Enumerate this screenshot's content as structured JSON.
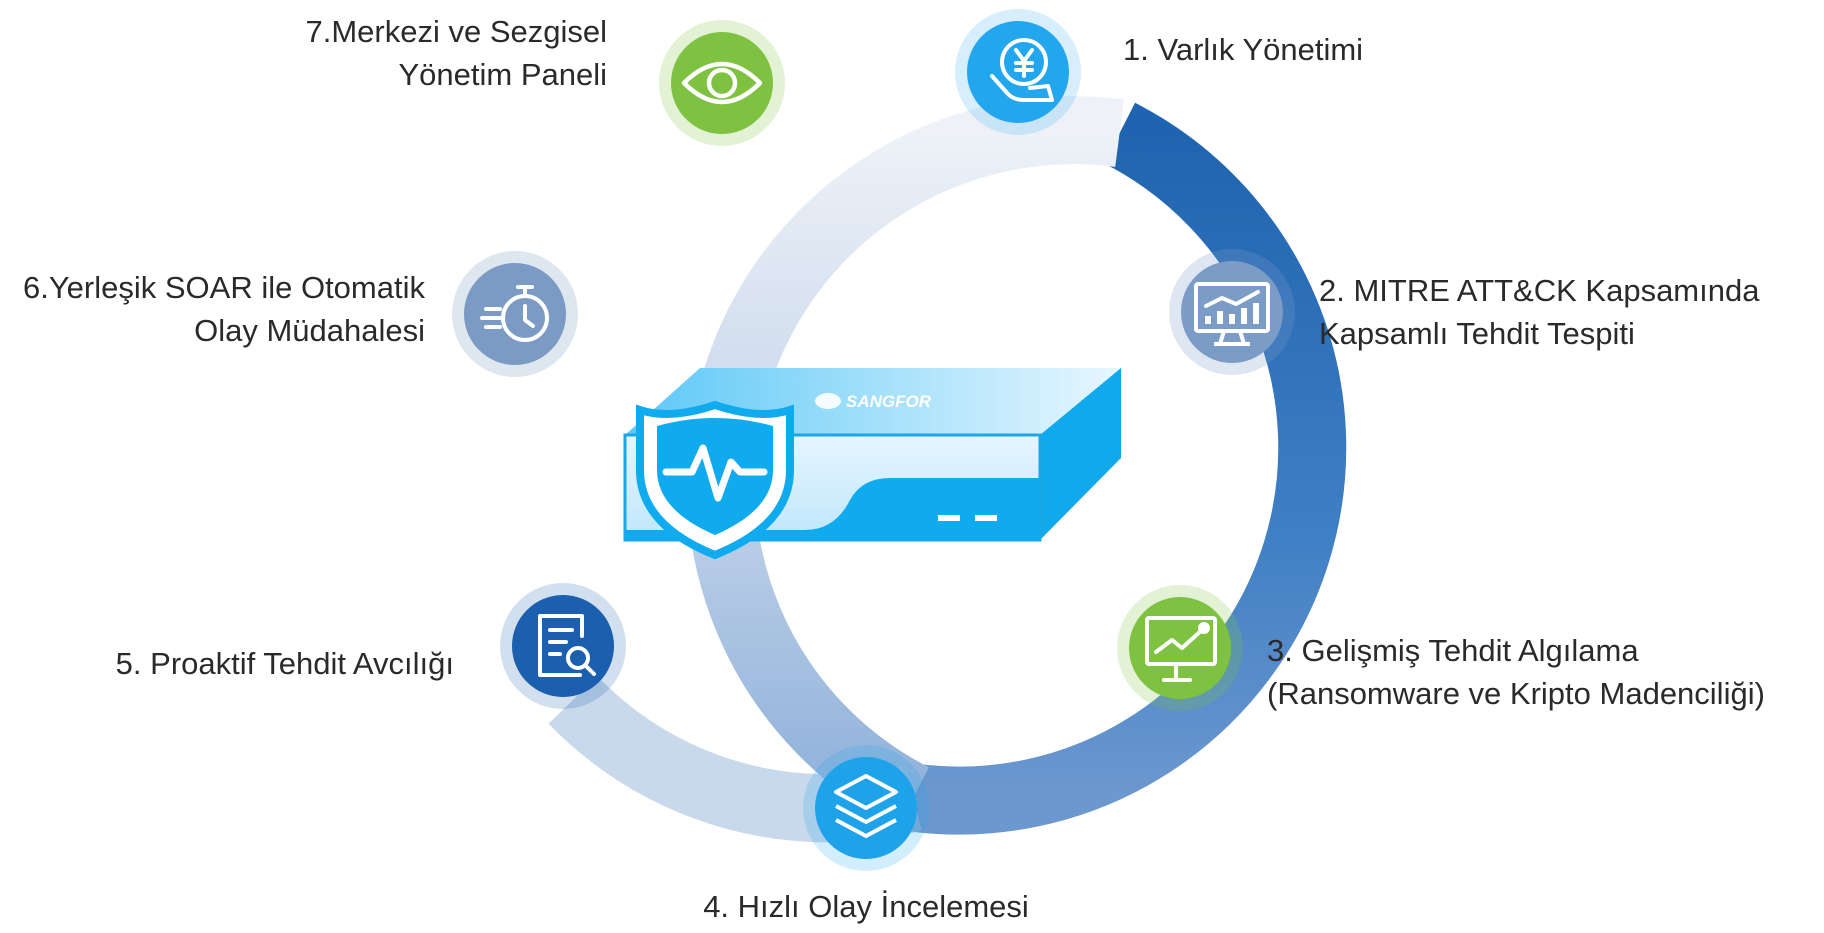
{
  "brand": "SANGFOR",
  "center_icon": "shield-heartbeat-icon",
  "steps": [
    {
      "id": "s1",
      "lines": [
        "1. Varlık Yönetimi"
      ],
      "icon": "hand-yen-coin-icon",
      "color": "#22a7ee"
    },
    {
      "id": "s2",
      "lines": [
        "2. MITRE ATT&CK Kapsamında",
        "Kapsamlı Tehdit Tespiti"
      ],
      "icon": "monitor-bar-chart-icon",
      "color": "#7a9cc6"
    },
    {
      "id": "s3",
      "lines": [
        "3. Gelişmiş Tehdit Algılama",
        "(Ransomware ve Kripto Madenciliği)"
      ],
      "icon": "monitor-line-chart-icon",
      "color": "#7fc241"
    },
    {
      "id": "s4",
      "lines": [
        "4. Hızlı Olay İncelemesi"
      ],
      "icon": "layers-icon",
      "color": "#1ea3ea"
    },
    {
      "id": "s5",
      "lines": [
        "5. Proaktif Tehdit Avcılığı"
      ],
      "icon": "document-search-icon",
      "color": "#1b5fae"
    },
    {
      "id": "s6",
      "lines": [
        "6.Yerleşik SOAR ile Otomatik",
        "Olay Müdahalesi"
      ],
      "icon": "fast-stopwatch-icon",
      "color": "#7b9bc4"
    },
    {
      "id": "s7",
      "lines": [
        "7.Merkezi ve Sezgisel",
        "Yönetim Paneli"
      ],
      "icon": "eye-icon",
      "color": "#7fc241"
    }
  ]
}
